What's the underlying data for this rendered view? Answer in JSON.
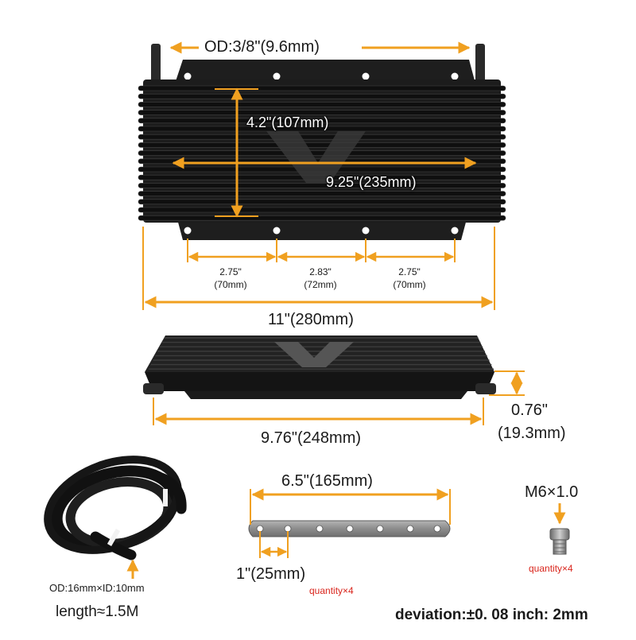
{
  "cooler_top": {
    "od_label": "OD:3/8\"(9.6mm)",
    "height_label": "4.2\"(107mm)",
    "width_label": "9.25\"(235mm)",
    "spacing": [
      {
        "inch": "2.75\"",
        "mm": "(70mm)"
      },
      {
        "inch": "2.83\"",
        "mm": "(72mm)"
      },
      {
        "inch": "2.75\"",
        "mm": "(70mm)"
      }
    ],
    "overall_length_label": "11\"(280mm)"
  },
  "cooler_side": {
    "length_label": "9.76\"(248mm)",
    "thickness_inch": "0.76\"",
    "thickness_mm": "(19.3mm)"
  },
  "hose": {
    "diameter_label": "OD:16mm×ID:10mm",
    "length_label": "length≈1.5M"
  },
  "bracket": {
    "length_label": "6.5\"(165mm)",
    "hole_spacing_label": "1\"(25mm)",
    "quantity_label": "quantity×4"
  },
  "bolt": {
    "size_label": "M6×1.0",
    "quantity_label": "quantity×4"
  },
  "deviation_label": "deviation:±0. 08 inch: 2mm",
  "colors": {
    "dimension_line": "#f0a020",
    "quantity_text": "#d9251c",
    "cooler_body": "#1c1c1c",
    "bracket_metal": "#8a8a8a"
  }
}
